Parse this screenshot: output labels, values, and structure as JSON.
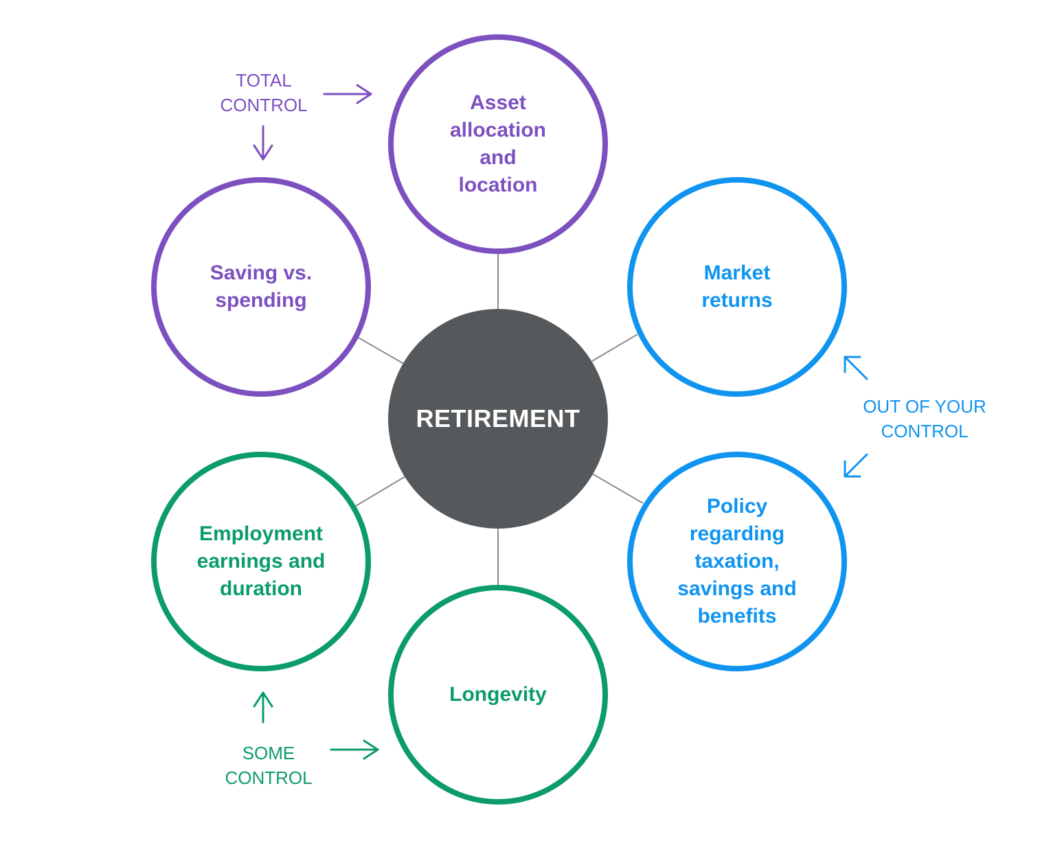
{
  "center": {
    "label": "RETIREMENT"
  },
  "nodes": {
    "asset_allocation": "Asset\nallocation\nand\nlocation",
    "saving_spending": "Saving vs.\nspending",
    "market_returns": "Market\nreturns",
    "policy": "Policy\nregarding\ntaxation,\nsavings and\nbenefits",
    "employment": "Employment\nearnings and\nduration",
    "longevity": "Longevity"
  },
  "controls": {
    "total": "TOTAL\nCONTROL",
    "out_of_your": "OUT OF YOUR\nCONTROL",
    "some": "SOME\nCONTROL"
  },
  "colors": {
    "total_control": "#7d50c0",
    "out_of_control": "#0f94f0",
    "some_control": "#0b9c69",
    "center": "#56595b",
    "connector": "#8c8c8c"
  }
}
